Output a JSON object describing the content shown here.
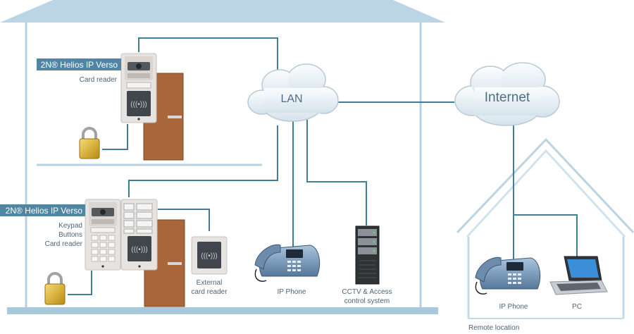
{
  "cloud_lan": "LAN",
  "cloud_internet": "Internet",
  "unit1": {
    "badge": "2N® Helios IP Verso",
    "features": [
      "Card reader"
    ]
  },
  "unit2": {
    "badge": "2N® Helios IP Verso",
    "features": [
      "Keypad",
      "Buttons",
      "Card reader"
    ]
  },
  "external_reader": [
    "External",
    "card reader"
  ],
  "ip_phone": "IP Phone",
  "cctv": [
    "CCTV & Access",
    "control system"
  ],
  "remote_phone": "IP Phone",
  "remote_pc": "PC",
  "remote_location": "Remote location",
  "colors": {
    "roof": "#bcd5e6",
    "wall": "#a8c8dc",
    "line": "#3f7f96",
    "door": "#a8663a"
  }
}
